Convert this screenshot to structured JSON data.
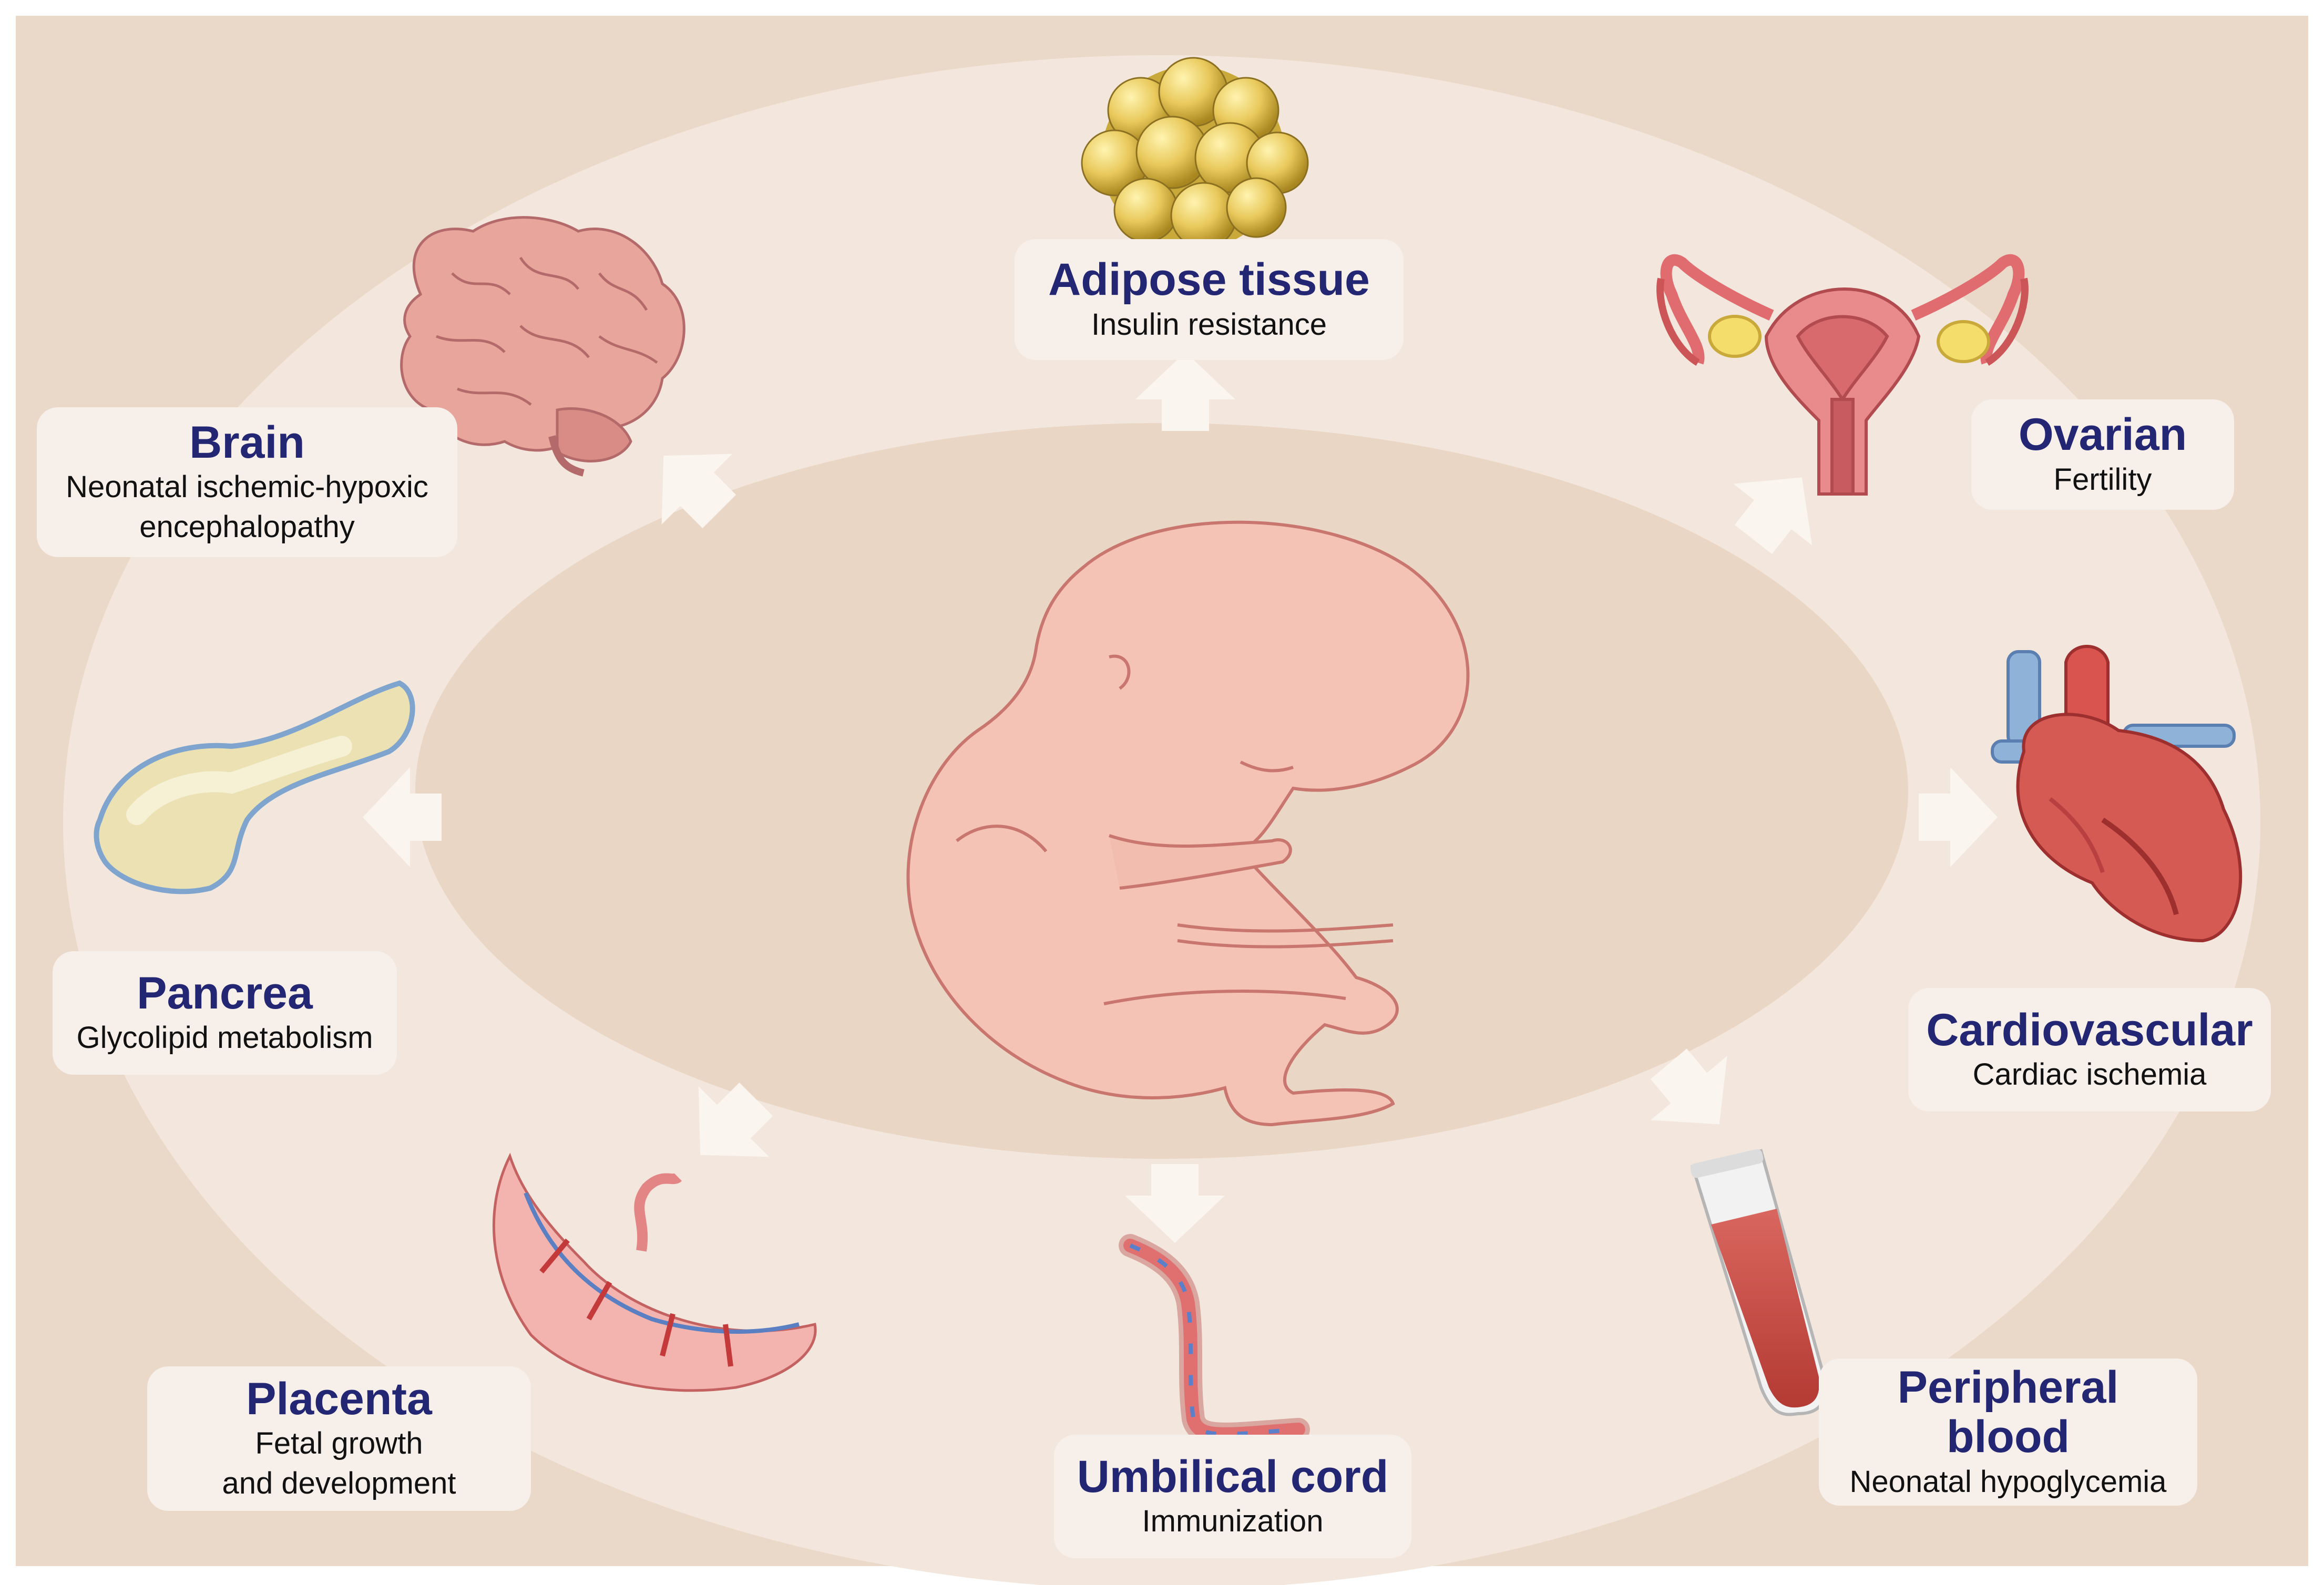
{
  "colors": {
    "outer_background": "#ead9c8",
    "middle_ring": "#f3e7dd",
    "inner_ellipse": "#e9d6c5",
    "title_text": "#232673",
    "label_box": "#f7efe9",
    "arrow": "#fbf5f0"
  },
  "center": {
    "icon": "fetus-illustration"
  },
  "organs": [
    {
      "id": "adipose",
      "title": "Adipose tissue",
      "subtitle": "Insulin resistance",
      "icon": "adipose-tissue-icon"
    },
    {
      "id": "ovarian",
      "title": "Ovarian",
      "subtitle": "Fertility",
      "icon": "uterus-ovaries-icon"
    },
    {
      "id": "cardiovascular",
      "title": "Cardiovascular",
      "subtitle": "Cardiac ischemia",
      "icon": "heart-icon"
    },
    {
      "id": "peripheral_blood",
      "title": "Peripheral blood",
      "subtitle": "Neonatal hypoglycemia",
      "icon": "blood-tube-icon"
    },
    {
      "id": "umbilical_cord",
      "title": "Umbilical cord",
      "subtitle": "Immunization",
      "icon": "umbilical-cord-icon"
    },
    {
      "id": "placenta",
      "title": "Placenta",
      "subtitle_line1": "Fetal growth",
      "subtitle_line2": "and development",
      "icon": "placenta-icon"
    },
    {
      "id": "pancreas",
      "title": "Pancrea",
      "subtitle": "Glycolipid metabolism",
      "icon": "pancreas-icon"
    },
    {
      "id": "brain",
      "title": "Brain",
      "subtitle_line1": "Neonatal ischemic-hypoxic",
      "subtitle_line2": "encephalopathy",
      "icon": "brain-icon"
    }
  ]
}
